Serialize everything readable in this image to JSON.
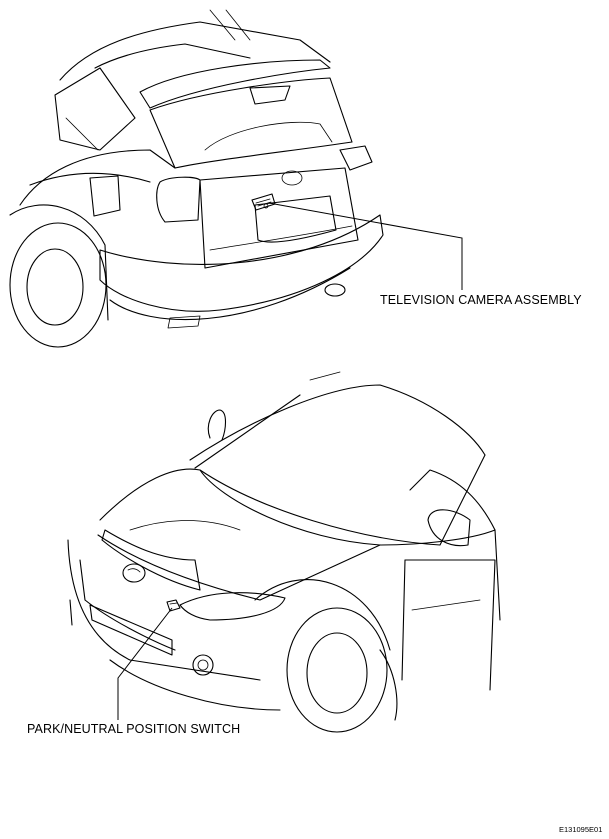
{
  "callouts": {
    "camera": "TELEVISION CAMERA ASSEMBLY",
    "switch": "PARK/NEUTRAL POSITION SWITCH"
  },
  "figure_id": "E131095E01",
  "icons": [
    "rear-vehicle-illustration",
    "front-vehicle-illustration",
    "camera-component-icon",
    "switch-component-icon"
  ]
}
